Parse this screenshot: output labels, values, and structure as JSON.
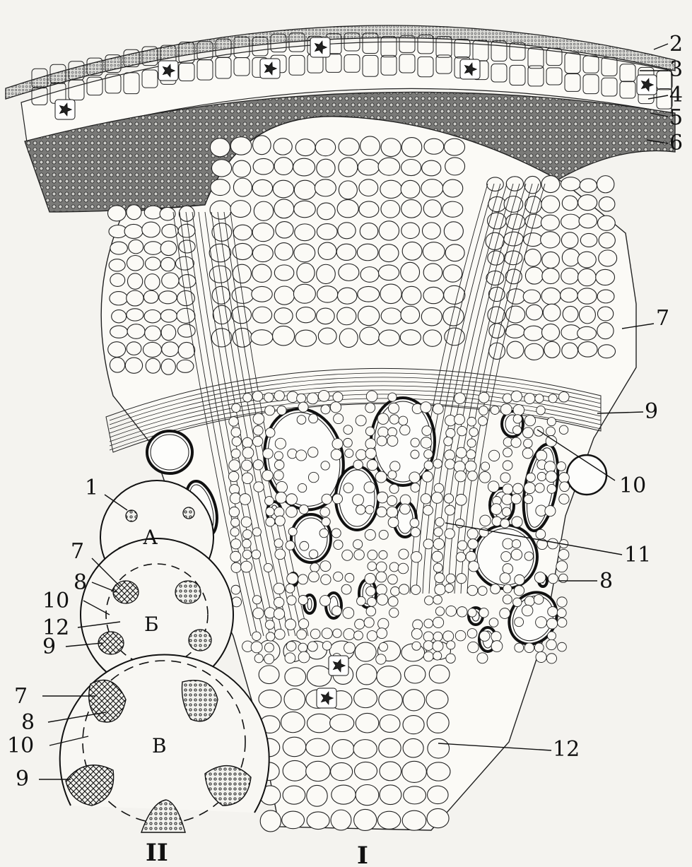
{
  "labels": {
    "right": [
      "2",
      "3",
      "4",
      "5",
      "6",
      "7",
      "9",
      "10",
      "11",
      "8",
      "12"
    ],
    "left": [
      "1",
      "7",
      "8",
      "10",
      "12",
      "9",
      "7",
      "8",
      "10",
      "9"
    ],
    "circles": [
      "А",
      "Б",
      "В"
    ],
    "roman": [
      "II",
      "I"
    ]
  },
  "colors": {
    "ink": "#1a1a1a",
    "paper": "#f4f3ef",
    "cell_fill": "#fbfaf6",
    "dense_tissue": "#6d6d6b",
    "vessel_lumen": "#fdfdfb"
  }
}
